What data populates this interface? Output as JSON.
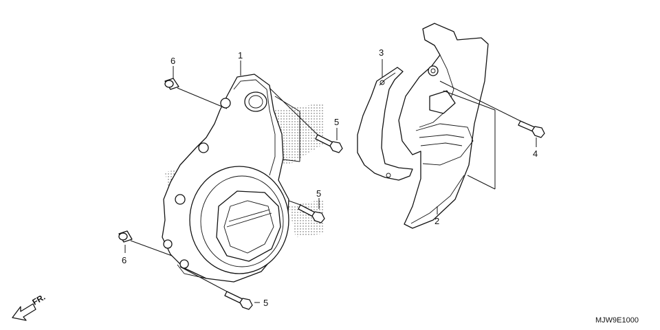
{
  "diagram": {
    "code": "MJW9E1000",
    "direction_label": "FR.",
    "callouts": [
      {
        "id": "callout-1",
        "text": "1"
      },
      {
        "id": "callout-2",
        "text": "2"
      },
      {
        "id": "callout-3",
        "text": "3"
      },
      {
        "id": "callout-4",
        "text": "4"
      },
      {
        "id": "callout-5a",
        "text": "5"
      },
      {
        "id": "callout-5b",
        "text": "5"
      },
      {
        "id": "callout-5c",
        "text": "5"
      },
      {
        "id": "callout-6a",
        "text": "6"
      },
      {
        "id": "callout-6b",
        "text": "6"
      }
    ]
  }
}
